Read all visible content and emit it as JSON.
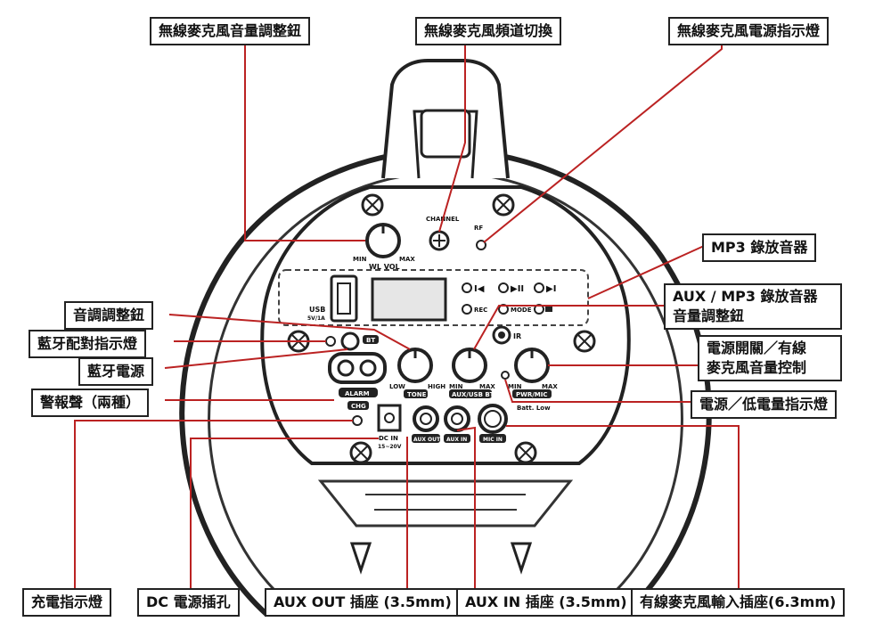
{
  "callouts": {
    "wireless_mic_volume_knob": "無線麥克風音量調整鈕",
    "wireless_mic_channel_switch": "無線麥克風頻道切換",
    "wireless_mic_power_indicator": "無線麥克風電源指示燈",
    "mp3_recorder": "MP3 錄放音器",
    "aux_mp3_volume_knob_line1": "AUX / MP3 錄放音器",
    "aux_mp3_volume_knob_line2": "音量調整鈕",
    "tone_knob": "音調調整鈕",
    "bt_pairing_indicator": "藍牙配對指示燈",
    "bt_power": "藍牙電源",
    "alarm_two_types": "警報聲（兩種）",
    "power_switch_line1": "電源開關／有線",
    "power_switch_line2": "麥克風音量控制",
    "power_low_battery_indicator": "電源／低電量指示燈",
    "charge_indicator": "充電指示燈",
    "dc_power_jack": "DC 電源插孔",
    "aux_out_jack": "AUX OUT 插座 (3.5mm)",
    "aux_in_jack": "AUX IN 插座 (3.5mm)",
    "wired_mic_input_jack": "有線麥克風輸入插座(6.3mm)"
  },
  "panel_labels": {
    "channel": "CHANNEL",
    "rf": "RF",
    "min": "MIN",
    "max": "MAX",
    "wl_vol": "WL VOL",
    "usb": "USB",
    "usb_sub": "5V/1A",
    "ir": "IR",
    "bt": "BT",
    "low": "LOW",
    "high": "HIGH",
    "tone": "TONE",
    "aux_usb_bt": "AUX/USB BT",
    "pwr_mic": "PWR/MIC",
    "batt_low": "Batt. Low",
    "alarm": "ALARM",
    "chg": "CHG",
    "dc_in": "DC IN",
    "dc_volt": "15~20V",
    "aux_out": "AUX OUT",
    "aux_in": "AUX IN",
    "mic_in": "MIC IN",
    "mode": "MODE",
    "rec": "REC"
  }
}
